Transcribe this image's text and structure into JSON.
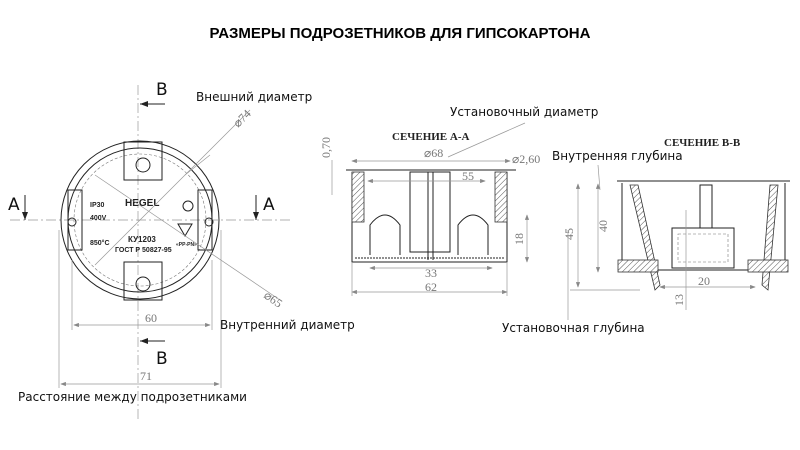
{
  "title": "РАЗМЕРЫ ПОДРОЗЕТНИКОВ ДЛЯ ГИПСОКАРТОНА",
  "top_view": {
    "section_marks": {
      "b_top": "B",
      "b_bottom": "B",
      "a_left": "A",
      "a_right": "A"
    },
    "labels": {
      "outer_diameter": "Внешний диаметр",
      "inner_diameter": "Внутренний диаметр",
      "spacing": "Расстояние между подрозетниками"
    },
    "dims": {
      "outer": "⌀74",
      "inner": "⌀65",
      "width_60": "60",
      "width_71": "71"
    },
    "product_marks": {
      "brand": "HEGEL",
      "ip": "IP30",
      "voltage": "400V",
      "temp": "850°C",
      "model": "КУ1203",
      "standard": "ГОСТ Р 50827-95",
      "material": "«PP-PN»"
    }
  },
  "section_aa": {
    "title": "СЕЧЕНИЕ А-А",
    "label": "Установочный диаметр",
    "dims": {
      "d68": "⌀68",
      "d260": "⌀2,60",
      "w55": "55",
      "h18": "18",
      "w33": "33",
      "w62": "62",
      "t070": "0,70"
    }
  },
  "section_bb": {
    "title": "СЕЧЕНИЕ В-В",
    "label_inner_depth": "Внутренняя глубина",
    "label_install_depth": "Установочная глубина",
    "dims": {
      "h45": "45",
      "h40": "40",
      "w20": "20",
      "h13": "13"
    }
  }
}
